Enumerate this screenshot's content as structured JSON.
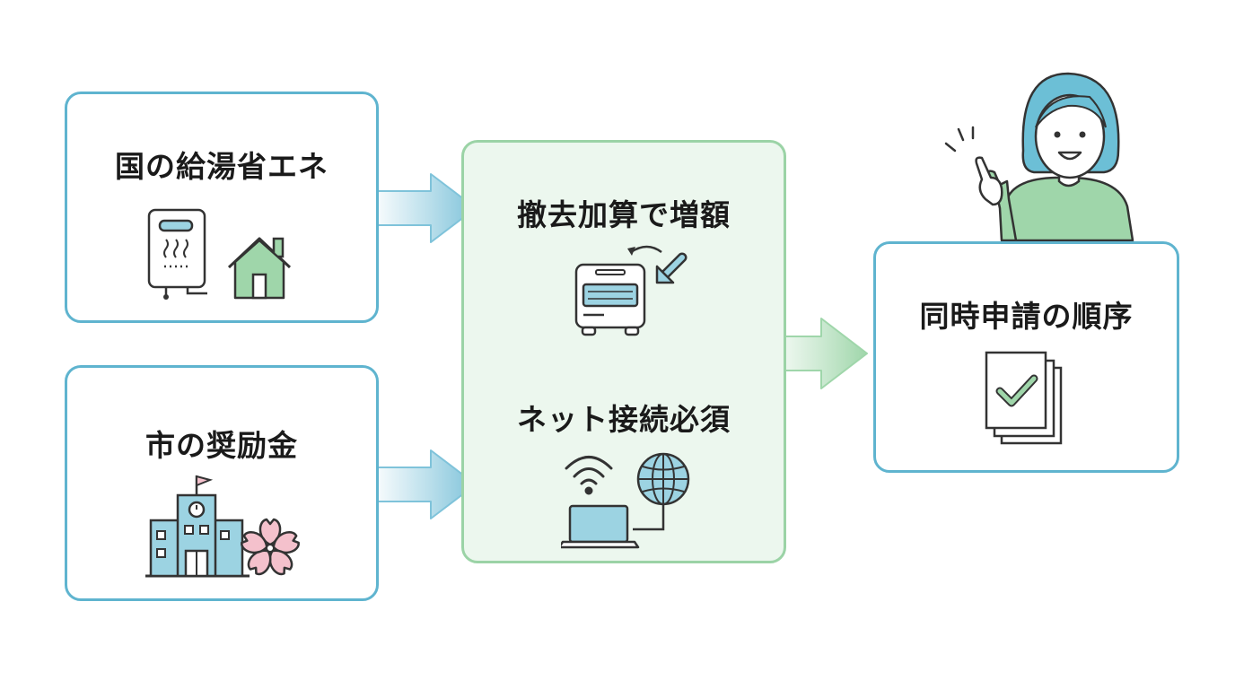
{
  "national": {
    "title": "国の給湯省エネ",
    "icons": [
      "water-heater-icon",
      "house-icon"
    ]
  },
  "city": {
    "title": "市の奨励金",
    "icons": [
      "city-hall-icon",
      "sakura-flower-icon"
    ]
  },
  "center": {
    "removal_title": "撤去加算で増額",
    "network_title": "ネット接続必須",
    "icons": [
      "heater-unit-icon",
      "wifi-icon",
      "globe-icon",
      "laptop-icon"
    ]
  },
  "result": {
    "title": "同時申請の順序",
    "icons": [
      "checked-documents-icon"
    ]
  },
  "colors": {
    "blue_border": "#5fb4cf",
    "green_border": "#9bd3a6",
    "green_fill": "#ecf7ee",
    "blue_arrow": "#7fc3da",
    "green_arrow": "#9fd6aa",
    "sakura_pink": "#f4c1cc",
    "house_green": "#9fd6aa"
  }
}
